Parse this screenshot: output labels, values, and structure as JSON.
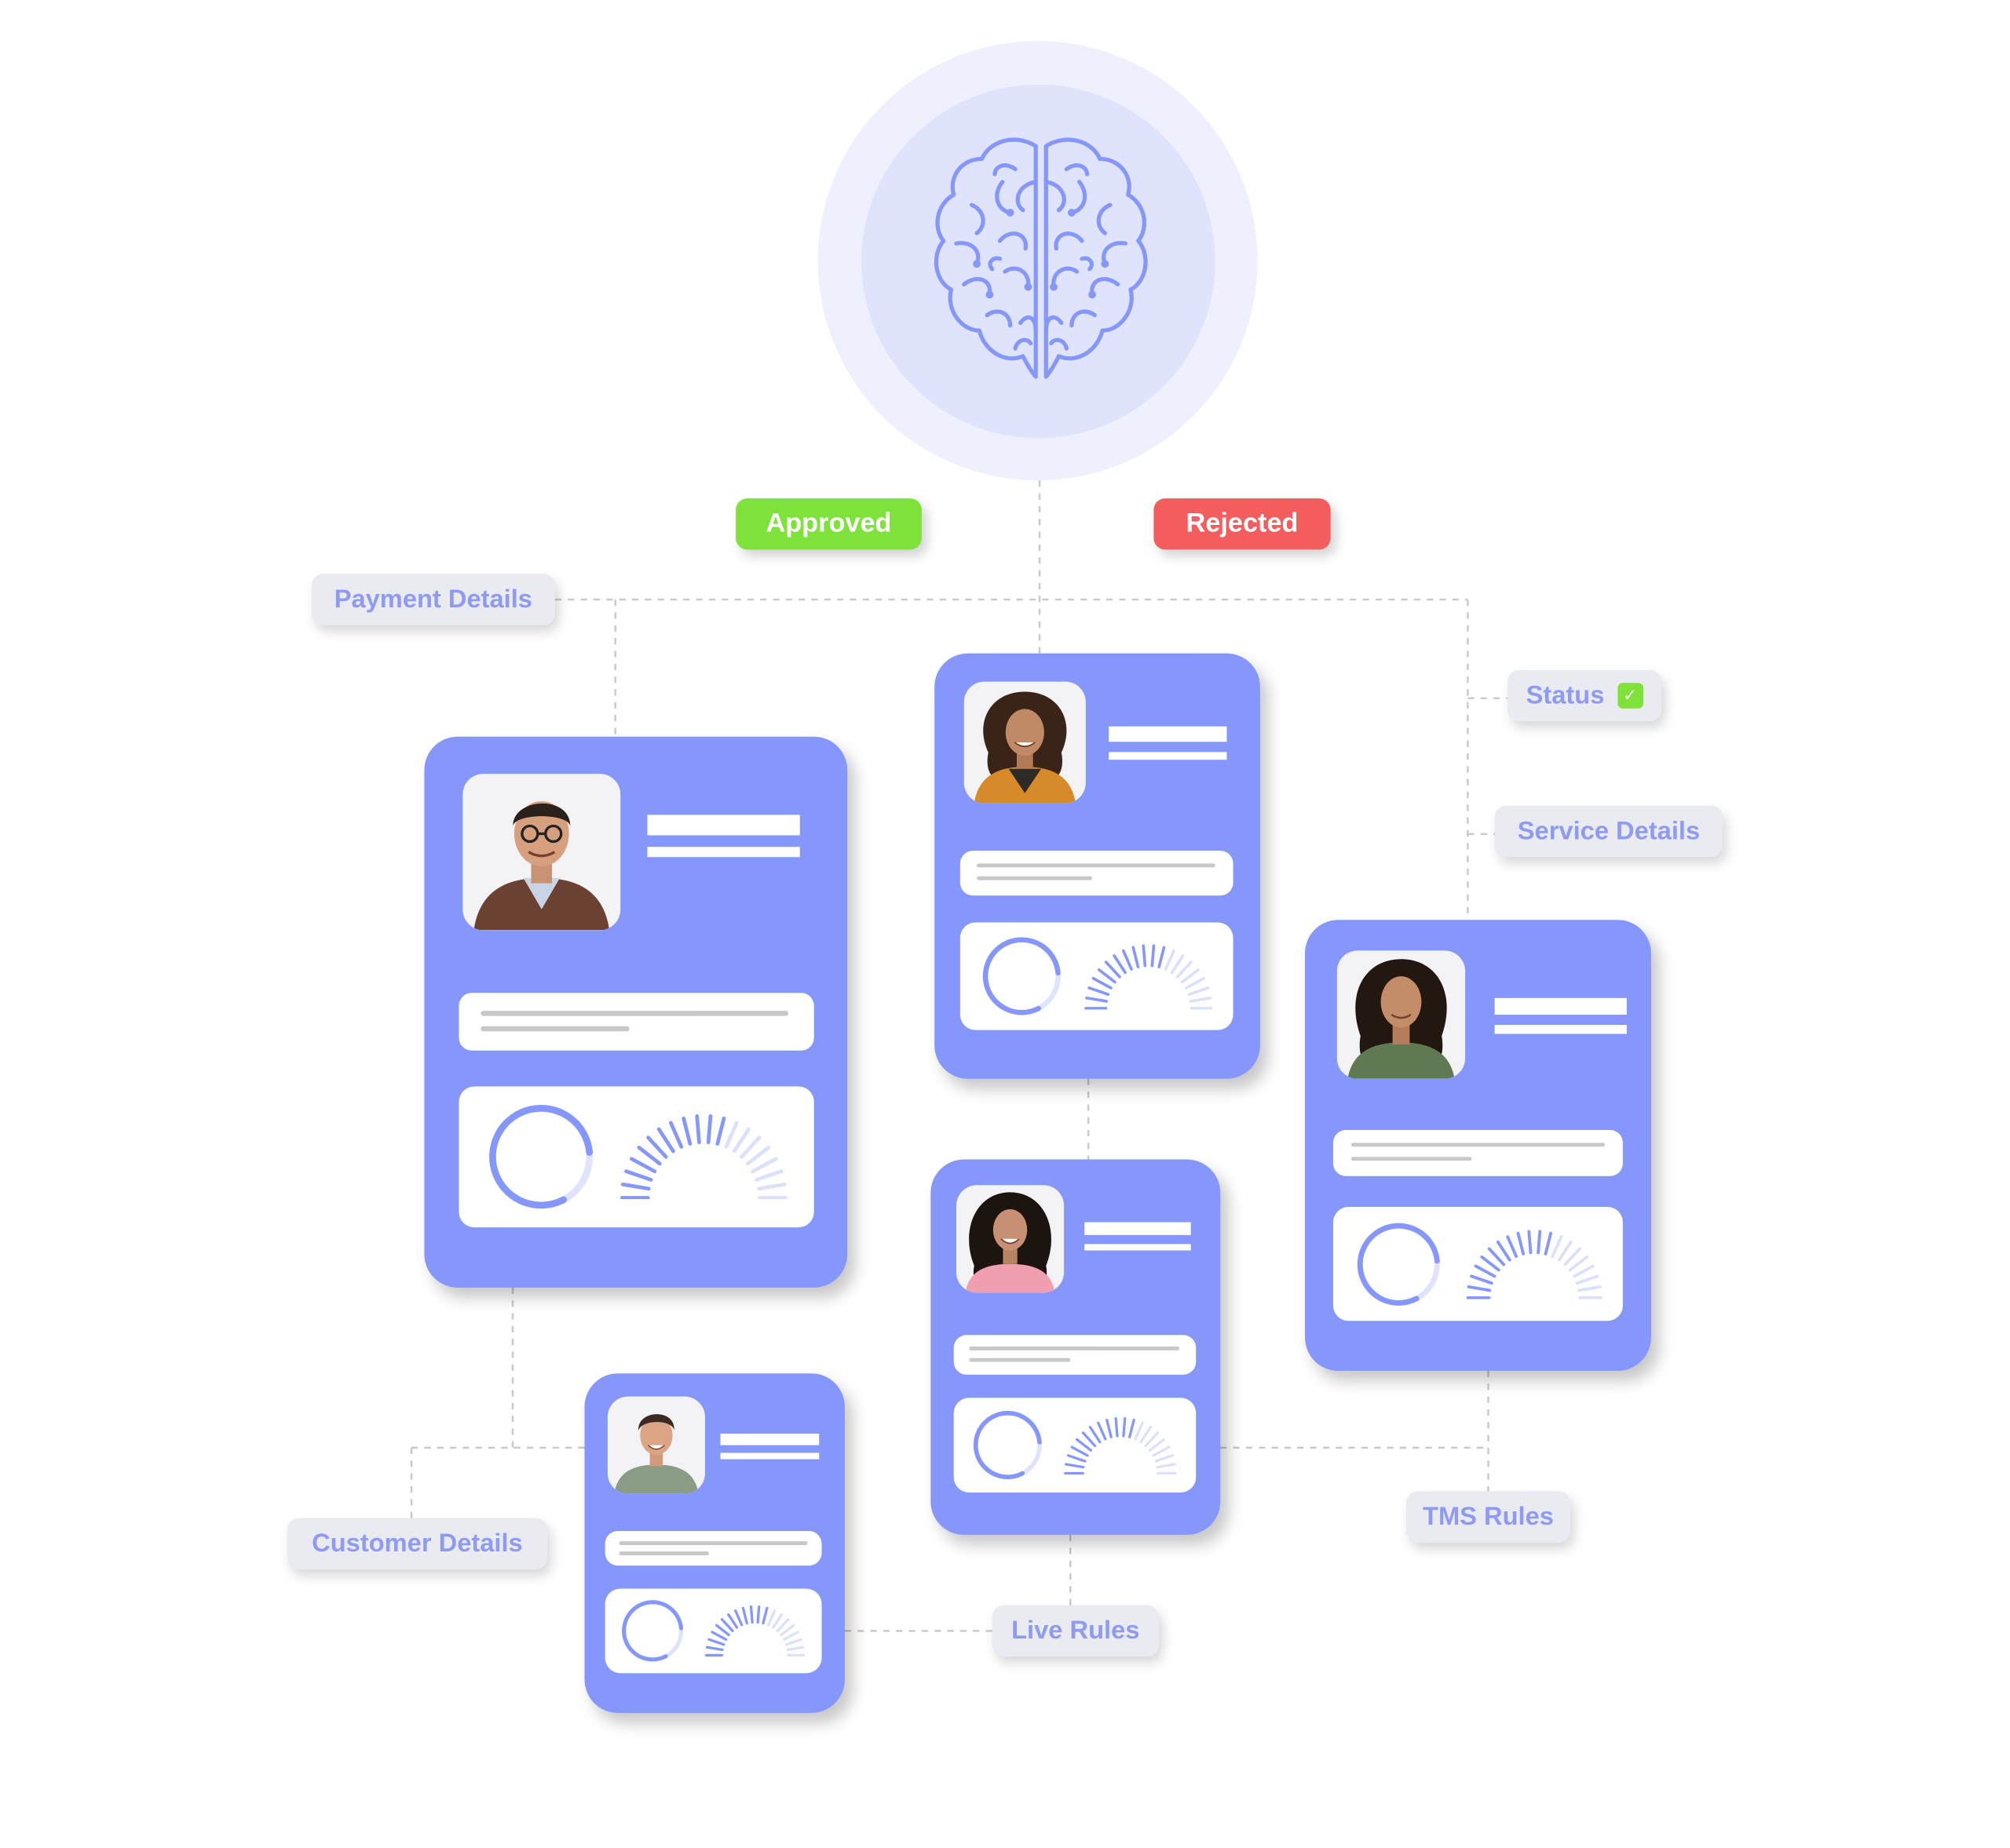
{
  "status": {
    "approved_label": "Approved",
    "rejected_label": "Rejected"
  },
  "labels": {
    "payment_details": "Payment Details",
    "status": "Status",
    "service_details": "Service Details",
    "customer_details": "Customer Details",
    "tms_rules": "TMS Rules",
    "live_rules": "Live Rules"
  },
  "icons": {
    "center": "brain-icon",
    "status_indicator": "check-icon"
  },
  "colors": {
    "approved": "#7ee23a",
    "rejected": "#f45d5e",
    "card": "#8597fb",
    "label_text": "#8e9bf0"
  },
  "cards": [
    {
      "name": "profile-card-man-glasses"
    },
    {
      "name": "profile-card-woman-curly"
    },
    {
      "name": "profile-card-woman-green"
    },
    {
      "name": "profile-card-woman-pink"
    },
    {
      "name": "profile-card-young-man"
    }
  ]
}
